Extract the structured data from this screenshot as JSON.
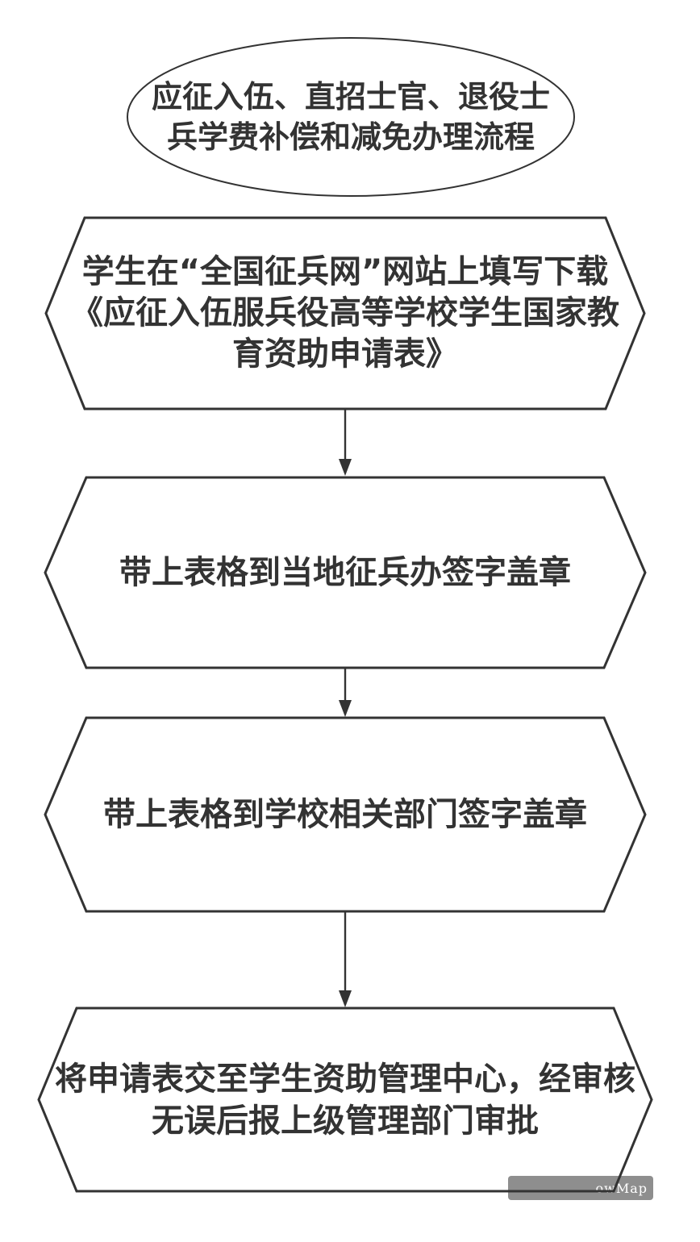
{
  "colors": {
    "stroke": "#333333",
    "text": "#333333",
    "background": "#ffffff",
    "watermark_bg": "#8e8e8e",
    "watermark_text": "#ffffff"
  },
  "nodes": [
    {
      "id": "start",
      "shape": "ellipse",
      "lines": [
        "应征入伍、直招士官、退役士",
        "兵学费补偿和减免办理流程"
      ]
    },
    {
      "id": "step-1",
      "shape": "hexagon",
      "lines": [
        "学生在“全国征兵网”网站上填写下载",
        "《应征入伍服兵役高等学校学生国家教",
        "育资助申请表》"
      ]
    },
    {
      "id": "step-2",
      "shape": "hexagon",
      "lines": [
        "带上表格到当地征兵办签字盖章"
      ]
    },
    {
      "id": "step-3",
      "shape": "hexagon",
      "lines": [
        "带上表格到学校相关部门签字盖章"
      ]
    },
    {
      "id": "step-4",
      "shape": "hexagon",
      "lines": [
        "将申请表交至学生资助管理中心，经审核",
        "无误后报上级管理部门审批"
      ]
    }
  ],
  "connectors": [
    {
      "from": "step-1",
      "to": "step-2",
      "type": "arrow-down"
    },
    {
      "from": "step-2",
      "to": "step-3",
      "type": "arrow-down"
    },
    {
      "from": "step-3",
      "to": "step-4",
      "type": "arrow-down"
    }
  ],
  "watermark": {
    "text": "owMap"
  }
}
